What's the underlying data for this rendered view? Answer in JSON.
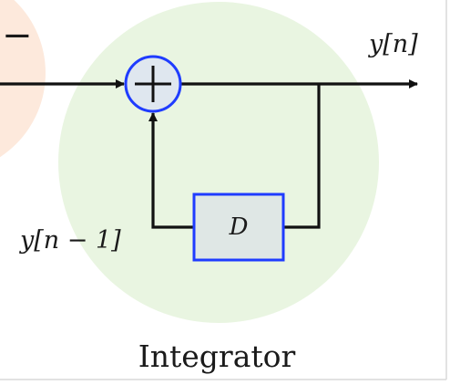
{
  "diagram": {
    "caption": "Integrator",
    "minus_sign": "−",
    "output_label": "y[n]",
    "feedback_label": "y[n − 1]",
    "delay_label": "D",
    "colors": {
      "background_circle": "#e9f5e1",
      "left_blob": "#fde9dc",
      "adder_stroke": "#1f3cff",
      "adder_fill": "#dfe7ef",
      "delay_stroke": "#1f3cff",
      "delay_fill": "#dfe7e5",
      "wire": "#111111",
      "border": "#d9d9d9"
    }
  }
}
